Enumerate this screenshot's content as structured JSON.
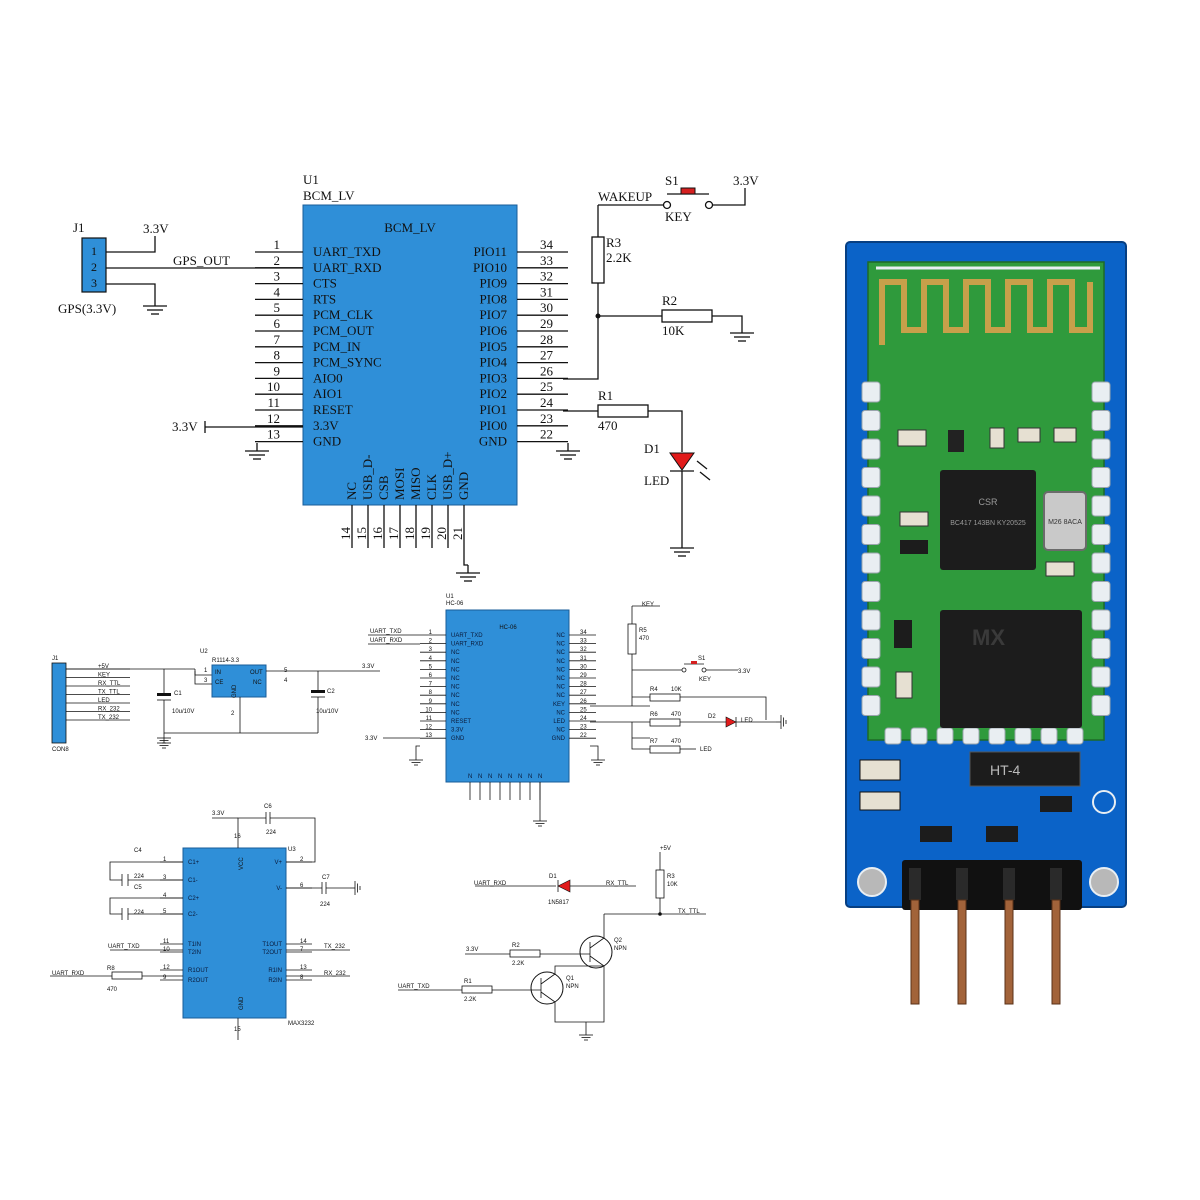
{
  "main_schematic": {
    "u1": {
      "ref": "U1",
      "part": "BCM_LV",
      "body_label": "BCM_LV",
      "left_pins": [
        {
          "num": "1",
          "name": "UART_TXD"
        },
        {
          "num": "2",
          "name": "UART_RXD"
        },
        {
          "num": "3",
          "name": "CTS"
        },
        {
          "num": "4",
          "name": "RTS"
        },
        {
          "num": "5",
          "name": "PCM_CLK"
        },
        {
          "num": "6",
          "name": "PCM_OUT"
        },
        {
          "num": "7",
          "name": "PCM_IN"
        },
        {
          "num": "8",
          "name": "PCM_SYNC"
        },
        {
          "num": "9",
          "name": "AIO0"
        },
        {
          "num": "10",
          "name": "AIO1"
        },
        {
          "num": "11",
          "name": "RESET"
        },
        {
          "num": "12",
          "name": "3.3V"
        },
        {
          "num": "13",
          "name": "GND"
        }
      ],
      "right_pins": [
        {
          "num": "34",
          "name": "PIO11"
        },
        {
          "num": "33",
          "name": "PIO10"
        },
        {
          "num": "32",
          "name": "PIO9"
        },
        {
          "num": "31",
          "name": "PIO8"
        },
        {
          "num": "30",
          "name": "PIO7"
        },
        {
          "num": "29",
          "name": "PIO6"
        },
        {
          "num": "28",
          "name": "PIO5"
        },
        {
          "num": "27",
          "name": "PIO4"
        },
        {
          "num": "26",
          "name": "PIO3"
        },
        {
          "num": "25",
          "name": "PIO2"
        },
        {
          "num": "24",
          "name": "PIO1"
        },
        {
          "num": "23",
          "name": "PIO0"
        },
        {
          "num": "22",
          "name": "GND"
        }
      ],
      "bottom_pins": [
        {
          "num": "14",
          "name": "NC"
        },
        {
          "num": "15",
          "name": "USB_D-"
        },
        {
          "num": "16",
          "name": "CSB"
        },
        {
          "num": "17",
          "name": "MOSI"
        },
        {
          "num": "18",
          "name": "MISO"
        },
        {
          "num": "19",
          "name": "CLK"
        },
        {
          "num": "20",
          "name": "USB_D+"
        },
        {
          "num": "21",
          "name": "GND"
        }
      ]
    },
    "j1": {
      "ref": "J1",
      "name": "GPS(3.3V)",
      "pins": [
        "1",
        "2",
        "3"
      ]
    },
    "net_labels": {
      "gps_out": "GPS_OUT",
      "v33": "3.3V",
      "wakeup": "WAKEUP"
    },
    "s1": {
      "ref": "S1",
      "name": "KEY"
    },
    "r1": {
      "ref": "R1",
      "value": "470"
    },
    "r2": {
      "ref": "R2",
      "value": "10K"
    },
    "r3": {
      "ref": "R3",
      "value": "2.2K"
    },
    "d1": {
      "ref": "D1",
      "name": "LED"
    }
  },
  "hc06_schematic": {
    "ref": "U1",
    "part": "HC-06",
    "body_label": "HC-06",
    "left_pins": [
      {
        "num": "1",
        "name": "UART_TXD"
      },
      {
        "num": "2",
        "name": "UART_RXD"
      },
      {
        "num": "3",
        "name": "NC"
      },
      {
        "num": "4",
        "name": "NC"
      },
      {
        "num": "5",
        "name": "NC"
      },
      {
        "num": "6",
        "name": "NC"
      },
      {
        "num": "7",
        "name": "NC"
      },
      {
        "num": "8",
        "name": "NC"
      },
      {
        "num": "9",
        "name": "NC"
      },
      {
        "num": "10",
        "name": "NC"
      },
      {
        "num": "11",
        "name": "RESET"
      },
      {
        "num": "12",
        "name": "3.3V"
      },
      {
        "num": "13",
        "name": "GND"
      }
    ],
    "right_pins": [
      {
        "num": "34",
        "name": "NC"
      },
      {
        "num": "33",
        "name": "NC"
      },
      {
        "num": "32",
        "name": "NC"
      },
      {
        "num": "31",
        "name": "NC"
      },
      {
        "num": "30",
        "name": "NC"
      },
      {
        "num": "29",
        "name": "NC"
      },
      {
        "num": "28",
        "name": "NC"
      },
      {
        "num": "27",
        "name": "NC"
      },
      {
        "num": "26",
        "name": "KEY"
      },
      {
        "num": "25",
        "name": "NC"
      },
      {
        "num": "24",
        "name": "LED"
      },
      {
        "num": "23",
        "name": "NC"
      },
      {
        "num": "22",
        "name": "GND"
      }
    ],
    "net_labels": {
      "uart_txd": "UART_TXD",
      "uart_rxd": "UART_RXD",
      "v33_in": "3.3V",
      "key": "KEY",
      "led": "LED",
      "v33": "3.3V"
    },
    "r5": {
      "ref": "R5",
      "value": "470"
    },
    "r4": {
      "ref": "R4",
      "value": "10K"
    },
    "r6": {
      "ref": "R6",
      "value": "470"
    },
    "r7": {
      "ref": "R7",
      "value": "470"
    },
    "s1": {
      "ref": "S1",
      "name": "KEY"
    },
    "d2": {
      "ref": "D2",
      "name": "LED"
    }
  },
  "power_schematic": {
    "j1": {
      "ref": "J1",
      "name": "CON8"
    },
    "connector_nets": [
      "+5V",
      "KEY",
      "RX_TTL",
      "TX_TTL",
      "LED",
      "RX_232",
      "TX_232"
    ],
    "u2": {
      "ref": "U2",
      "part": "R1114-3.3",
      "pins": [
        {
          "num": "1",
          "name": "IN"
        },
        {
          "num": "3",
          "name": "CE"
        },
        {
          "num": "5",
          "name": "OUT"
        },
        {
          "num": "4",
          "name": "NC"
        }
      ],
      "gnd": "GND",
      "gnd_pin": "2"
    },
    "c1": {
      "ref": "C1",
      "value": "10u/10V"
    },
    "c2": {
      "ref": "C2",
      "value": "10u/10V"
    },
    "out_label": "3.3V"
  },
  "max232_schematic": {
    "ref": "U3",
    "part": "MAX3232",
    "v33": "3.3V",
    "pins_left": [
      {
        "num": "1",
        "name": "C1+"
      },
      {
        "num": "3",
        "name": "C1-"
      },
      {
        "num": "4",
        "name": "C2+"
      },
      {
        "num": "5",
        "name": "C2-"
      },
      {
        "num": "11",
        "name": "T1IN"
      },
      {
        "num": "10",
        "name": "T2IN"
      },
      {
        "num": "12",
        "name": "R1OUT"
      },
      {
        "num": "9",
        "name": "R2OUT"
      }
    ],
    "pins_right": [
      {
        "num": "2",
        "name": "V+"
      },
      {
        "num": "6",
        "name": "V-"
      },
      {
        "num": "14",
        "name": "T1OUT"
      },
      {
        "num": "7",
        "name": "T2OUT"
      },
      {
        "num": "13",
        "name": "R1IN"
      },
      {
        "num": "8",
        "name": "R2IN"
      }
    ],
    "vcc": "VCC",
    "vcc_pin": "16",
    "gnd": "GND",
    "gnd_pin": "15",
    "caps": [
      {
        "ref": "C6",
        "value": "224"
      },
      {
        "ref": "C4",
        "value": "224"
      },
      {
        "ref": "C5",
        "value": "224"
      },
      {
        "ref": "C7",
        "value": "224"
      }
    ],
    "r8": {
      "ref": "R8",
      "value": "470"
    },
    "nets": {
      "uart_txd": "UART_TXD",
      "uart_rxd": "UART_RXD",
      "tx_232": "TX_232",
      "rx_232": "RX_232"
    }
  },
  "level_shift_schematic": {
    "d1": {
      "ref": "D1",
      "part": "1N5817"
    },
    "r3": {
      "ref": "R3",
      "value": "10K"
    },
    "r2": {
      "ref": "R2",
      "value": "2.2K"
    },
    "r1": {
      "ref": "R1",
      "value": "2.2K"
    },
    "q2": {
      "ref": "Q2",
      "type": "NPN"
    },
    "q1": {
      "ref": "Q1",
      "type": "NPN"
    },
    "nets": {
      "uart_rxd": "UART_RXD",
      "rx_ttl": "RX_TTL",
      "v5": "+5V",
      "tx_ttl": "TX_TTL",
      "v33": "3.3V",
      "uart_txd": "UART_TXD"
    }
  },
  "module_photo": {
    "chip_text": "BC417 143BN KY20525",
    "crystal_text": "M26 8ACA",
    "flash_brand": "MX",
    "board_mark": "HT-4"
  },
  "colors": {
    "chip_fill": "#2f8fd8",
    "pcb_blue": "#0b63c8",
    "module_green": "#2f9a3c",
    "led_red": "#e11b1b"
  }
}
